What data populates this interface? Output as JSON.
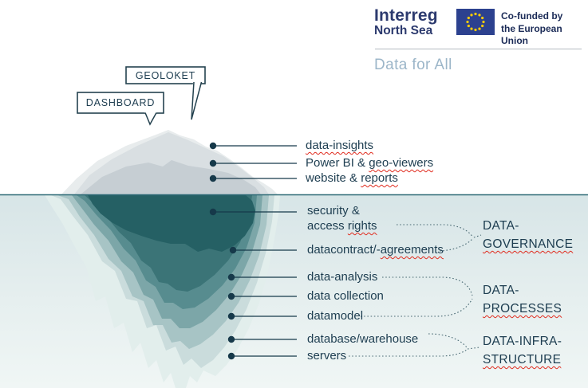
{
  "header": {
    "brand_line1": "Interreg",
    "brand_line2": "North Sea",
    "cofunded_line1": "Co-funded by",
    "cofunded_line2": "the European Union",
    "tagline": "Data for All"
  },
  "callouts": {
    "geoloket": "GEOLOKET",
    "dashboard": "DASHBOARD"
  },
  "labels": {
    "rows": [
      {
        "plain": "",
        "marked": "data-insights"
      },
      {
        "plain": "Power BI & ",
        "marked": "geo-viewers"
      },
      {
        "plain": "website & ",
        "marked": "reports"
      },
      {
        "plain": "security &",
        "plain2": "access ",
        "marked2": "rights"
      },
      {
        "plain": "datacontract/-",
        "marked": "agreements"
      },
      {
        "plain": "data-analysis",
        "marked": ""
      },
      {
        "plain": "data collection",
        "marked": ""
      },
      {
        "plain": "datamodel",
        "marked": ""
      },
      {
        "plain": "database/warehouse",
        "marked": ""
      },
      {
        "plain": "servers",
        "marked": ""
      }
    ]
  },
  "groups": [
    {
      "line1": "DATA-",
      "line2": "GOVERNANCE"
    },
    {
      "line1": "DATA-",
      "line2": "PROCESSES"
    },
    {
      "line1": "DATA-INFRA-",
      "line2": "STRUCTURE"
    }
  ],
  "colors": {
    "label_text": "#1d3d50",
    "brand_navy": "#2c3a6e",
    "cofunded_navy": "#1b2b57",
    "eu_flag_blue": "#2c418f",
    "eu_star_yellow": "#ffcc00",
    "tagline_blue": "#9cb6c9",
    "waterline_teal": "#2f6b77",
    "iceberg_core_teal": "#256064",
    "iceberg_top_gray": "#c6ced3",
    "spellcheck_red": "#e02b1e"
  }
}
